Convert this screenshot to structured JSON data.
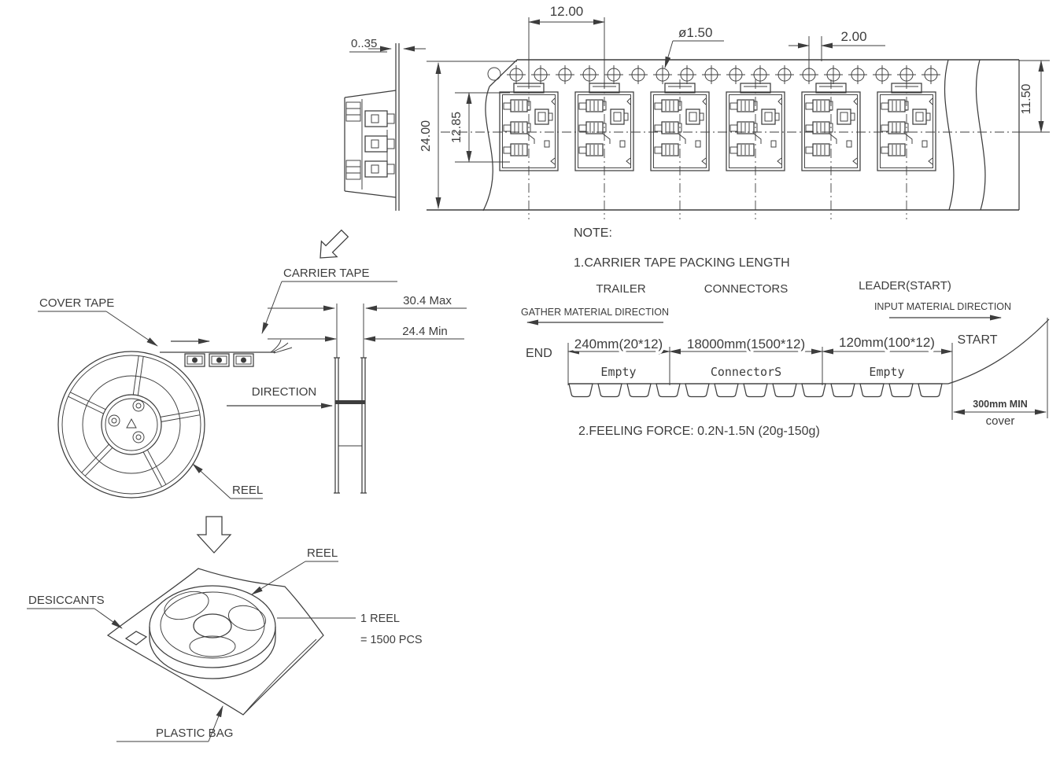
{
  "drawing": {
    "title_hint": "carrier tape and reel packing drawing",
    "colors": {
      "line": "#3d3d3d",
      "background": "#ffffff"
    },
    "side_view": {
      "tape_thickness": "0..35"
    },
    "tape": {
      "pocket_pitch": "12.00",
      "hole_diameter": "ø1.50",
      "hole_to_center": "2.00",
      "tape_width": "24.00",
      "pocket_length": "12.85",
      "edge_to_center": "11.50"
    },
    "notes": {
      "heading": "NOTE:",
      "note1": "1.CARRIER TAPE PACKING LENGTH",
      "note2": "2.FEELING FORCE:  0.2N-1.5N (20g-150g)"
    },
    "packing": {
      "trailer": "TRAILER",
      "connectors": "CONNECTORS",
      "leader": "LEADER(START)",
      "gather_direction": "GATHER MATERIAL DIRECTION",
      "input_direction": "INPUT MATERIAL DIRECTION",
      "end": "END",
      "start": "START",
      "trailer_length": "240mm(20*12)",
      "connectors_length": "18000mm(1500*12)",
      "leader_length": "120mm(100*12)",
      "trailer_content": "Empty",
      "connectors_content": "ConnectorS",
      "leader_content": "Empty",
      "cover_tail": "300mm MIN",
      "cover": "cover"
    },
    "reel_area": {
      "cover_tape": "COVER TAPE",
      "carrier_tape": "CARRIER TAPE",
      "reel": "REEL",
      "direction": "DIRECTION",
      "reel_width_max": "30.4 Max",
      "reel_width_min": "24.4 Min"
    },
    "bag_area": {
      "reel": "REEL",
      "desiccants": "DESICCANTS",
      "plastic_bag": "PLASTIC BAG",
      "reel_qty_line1": "1 REEL",
      "reel_qty_line2": "= 1500 PCS"
    }
  }
}
